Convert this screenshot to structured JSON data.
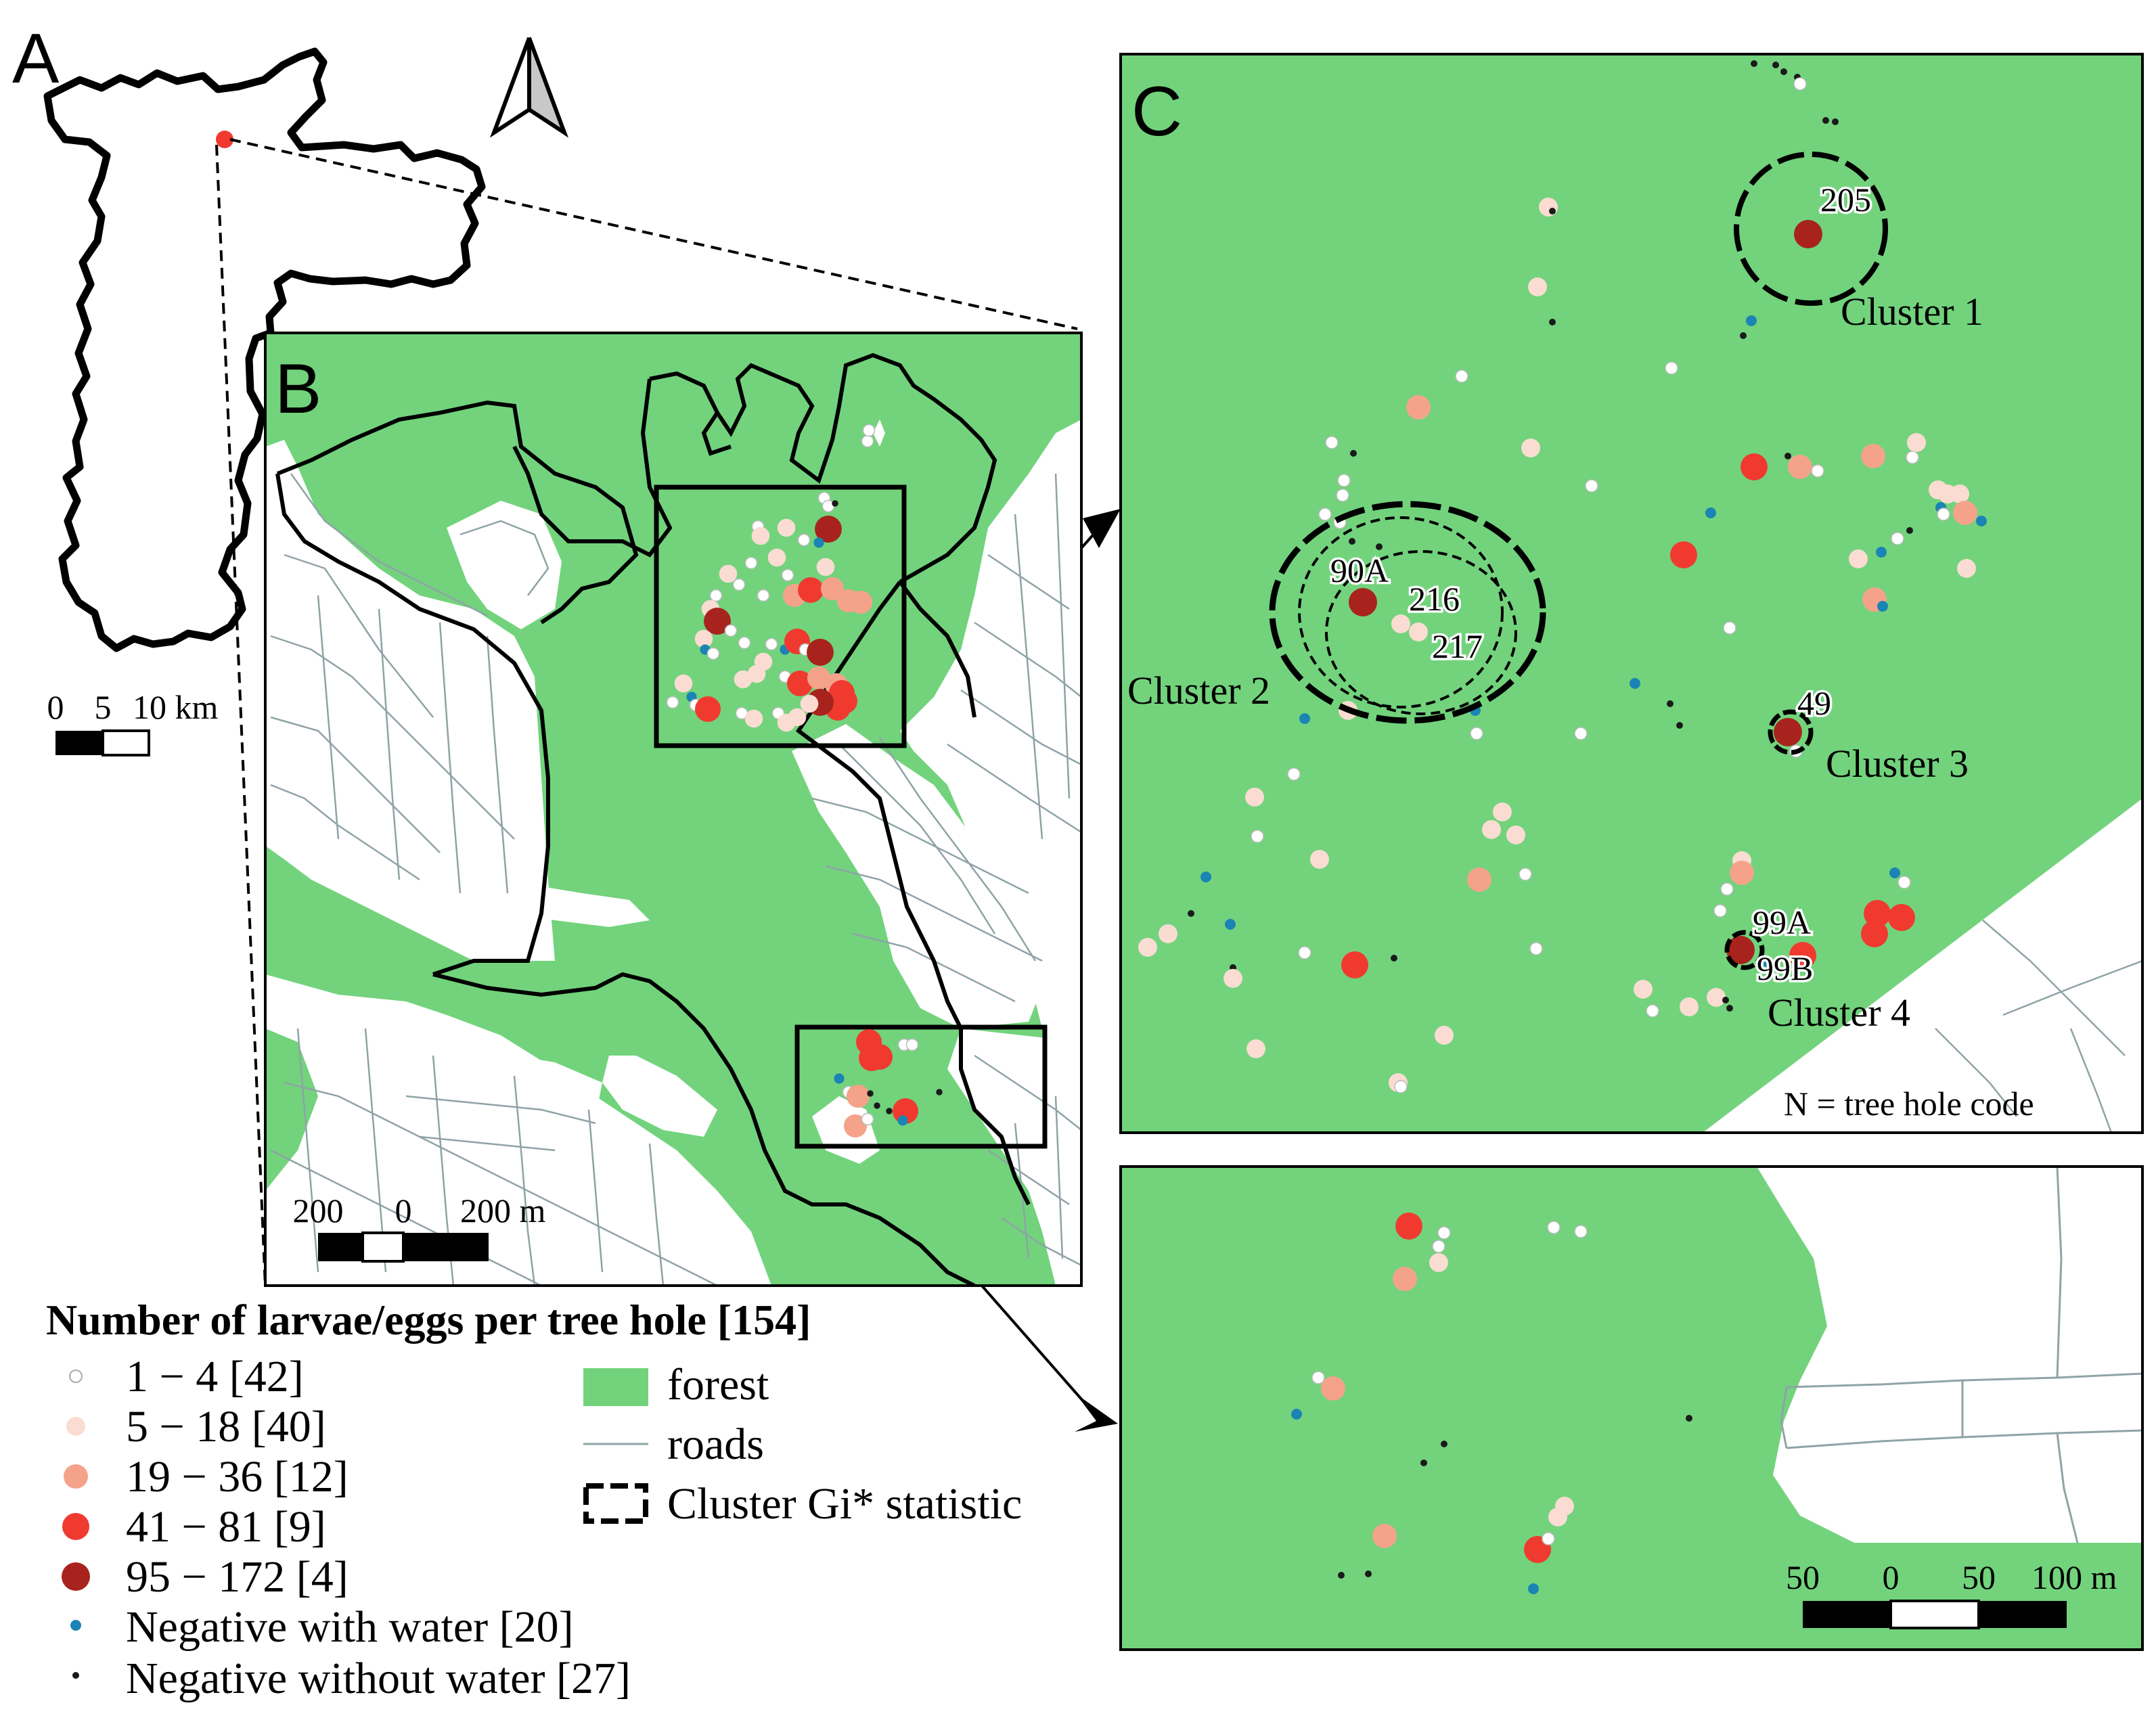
{
  "panels": {
    "a": {
      "letter": "A"
    },
    "b": {
      "letter": "B"
    },
    "c": {
      "letter": "C"
    }
  },
  "scale_bars": {
    "a": {
      "labels": [
        "0",
        "5",
        "10 km"
      ]
    },
    "b": {
      "labels": [
        "200",
        "0",
        "200 m"
      ]
    },
    "d": {
      "labels": [
        "50",
        "0",
        "50",
        "100 m"
      ]
    }
  },
  "clusters": [
    {
      "label": "Cluster 1",
      "codes": [
        "205"
      ]
    },
    {
      "label": "Cluster 2",
      "codes": [
        "90A",
        "216",
        "217"
      ]
    },
    {
      "label": "Cluster 3",
      "codes": [
        "49"
      ]
    },
    {
      "label": "Cluster 4",
      "codes": [
        "99A",
        "99B"
      ]
    }
  ],
  "note": "N = tree hole code",
  "legend": {
    "title": "Number of larvae/eggs per tree hole [154]",
    "classes": [
      {
        "label": "1 − 4 [42]",
        "color": "#ffffff"
      },
      {
        "label": "5 − 18 [40]",
        "color": "#fadcd2"
      },
      {
        "label": "19 − 36 [12]",
        "color": "#f4a38a"
      },
      {
        "label": "41 − 81 [9]",
        "color": "#f03a2f"
      },
      {
        "label": "95 − 172 [4]",
        "color": "#a8231d"
      }
    ],
    "negatives": [
      {
        "label": "Negative with water [20]",
        "color": "#1b84b4"
      },
      {
        "label": "Negative without water [27]",
        "color": "#1a1a1a"
      }
    ],
    "layers": [
      {
        "label": "forest",
        "color": "#72d37c"
      },
      {
        "label": "roads",
        "color": "#8fa3a7"
      },
      {
        "label": "Cluster Gi* statistic"
      }
    ]
  },
  "colors": {
    "forest": "#72d37c",
    "road": "#8fa3a7",
    "boundary": "#000000"
  }
}
